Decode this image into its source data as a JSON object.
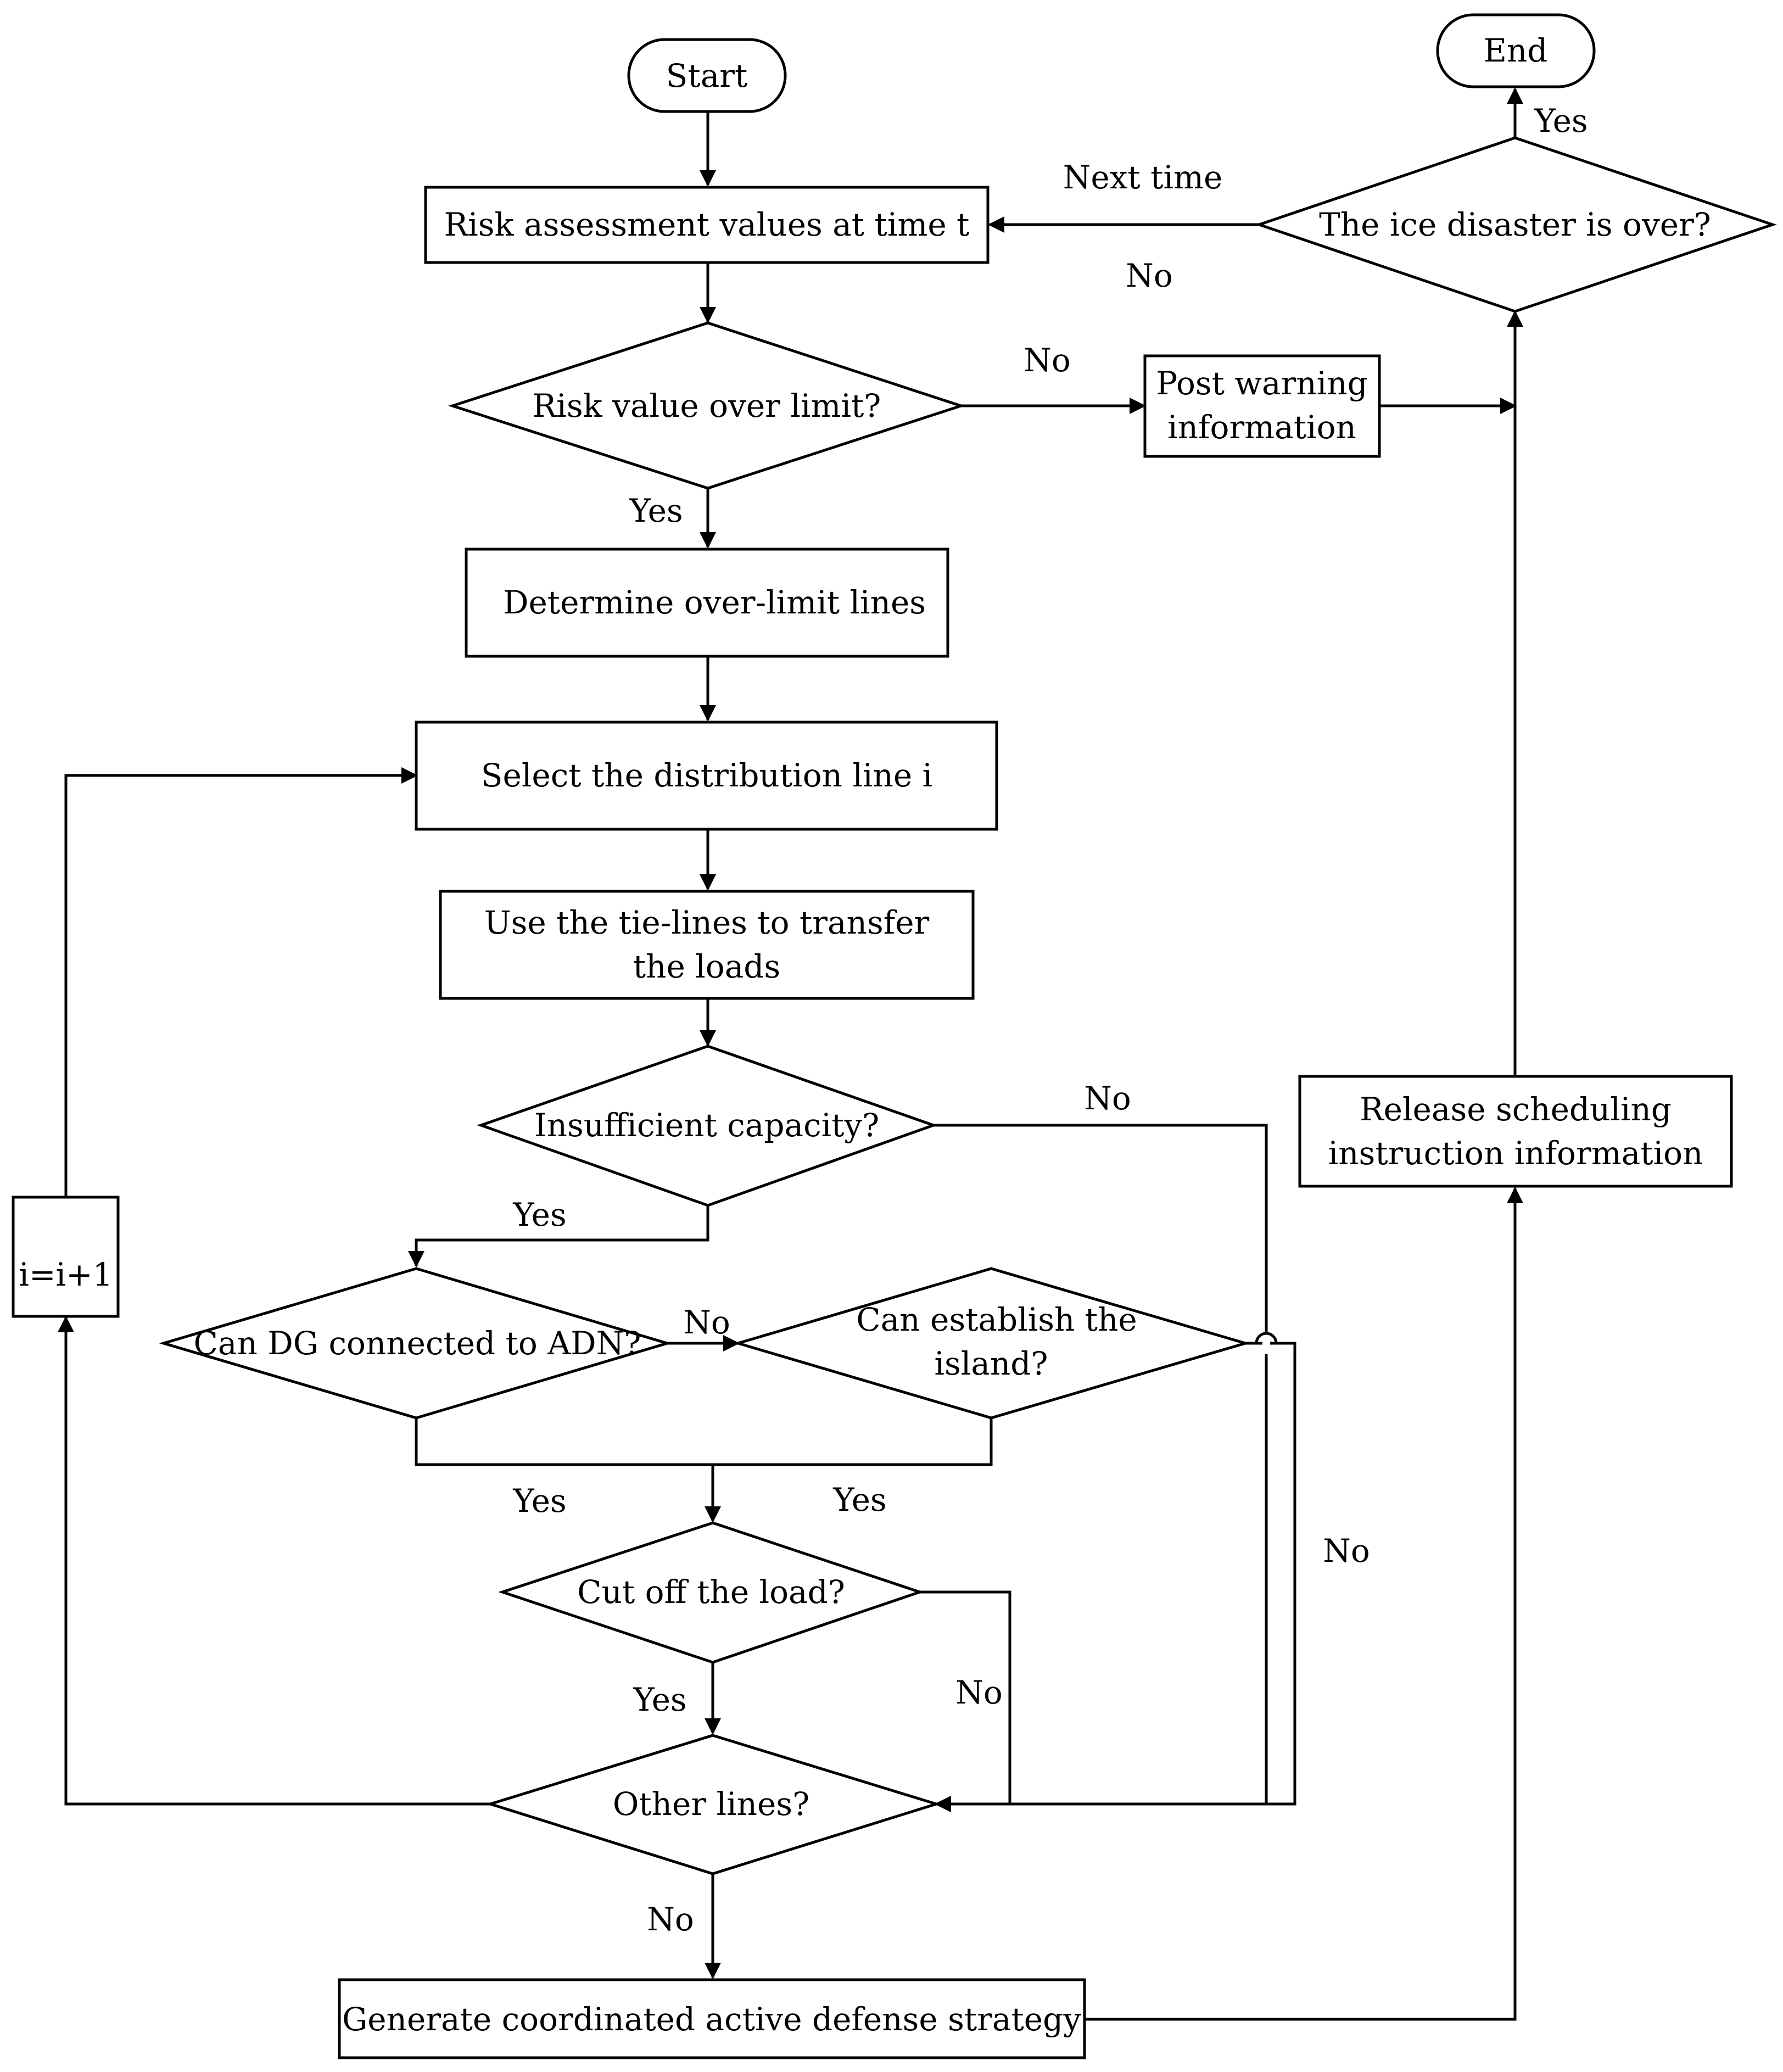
{
  "nodes": {
    "start": "Start",
    "end": "End",
    "risk_assessment": "Risk assessment values at time t",
    "ice_over": "The ice disaster is over?",
    "risk_over_limit": "Risk value over limit?",
    "post_warning": [
      "Post warning",
      "information"
    ],
    "determine_lines": "Determine over-limit lines",
    "select_line": "Select the distribution line i",
    "use_tie_lines": [
      "Use the tie-lines to transfer",
      "the loads"
    ],
    "insufficient_capacity": "Insufficient capacity?",
    "release_scheduling": [
      "Release scheduling",
      "instruction information"
    ],
    "increment": "i=i+1",
    "dg_connected": "Can DG connected to ADN?",
    "establish_island": [
      "Can establish the",
      "island?"
    ],
    "cut_off_load": "Cut off the load?",
    "other_lines": "Other lines?",
    "generate_strategy": "Generate coordinated active defense strategy"
  },
  "edge_labels": {
    "ice_yes": "Yes",
    "next_time": "Next time",
    "ice_no": "No",
    "risk_no": "No",
    "risk_yes": "Yes",
    "capacity_no": "No",
    "capacity_yes": "Yes",
    "dg_no": "No",
    "dg_yes": "Yes",
    "island_yes": "Yes",
    "island_no": "No",
    "cut_yes": "Yes",
    "cut_no": "No",
    "other_no": "No"
  }
}
